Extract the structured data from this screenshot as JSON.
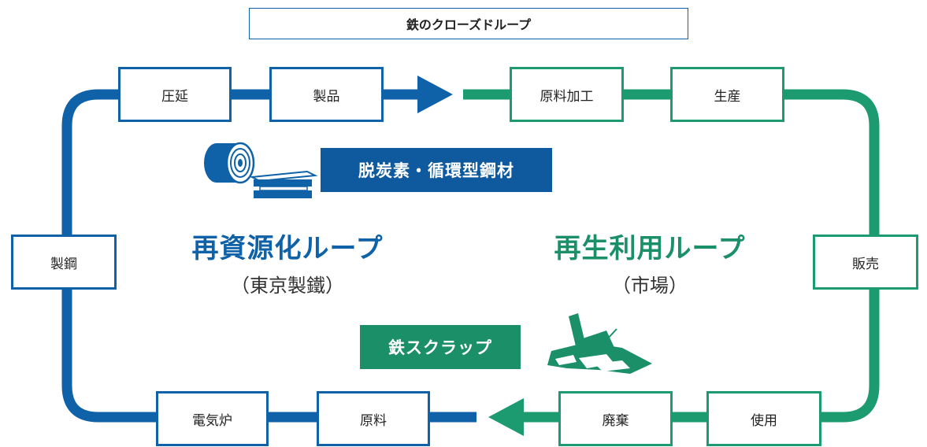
{
  "title": "鉄のクローズドループ",
  "left_loop": {
    "title": "再資源化ループ",
    "subtitle": "（東京製鐵）"
  },
  "right_loop": {
    "title": "再生利用ループ",
    "subtitle": "（市場）"
  },
  "nodes": {
    "rolling": "圧延",
    "products": "製品",
    "processing": "原料加工",
    "production": "生産",
    "sales": "販売",
    "use": "使用",
    "disposal": "廃棄",
    "raw_material": "原料",
    "eaf": "電気炉",
    "steelmaking": "製鋼"
  },
  "labels": {
    "steel": "脱炭素・循環型鋼材",
    "scrap": "鉄スクラップ"
  },
  "colors": {
    "blue": "#1062a8",
    "green": "#1c9a70"
  },
  "icons": {
    "steel": "steel-coil-and-beam-icon",
    "scrap": "scrap-pile-icon"
  }
}
